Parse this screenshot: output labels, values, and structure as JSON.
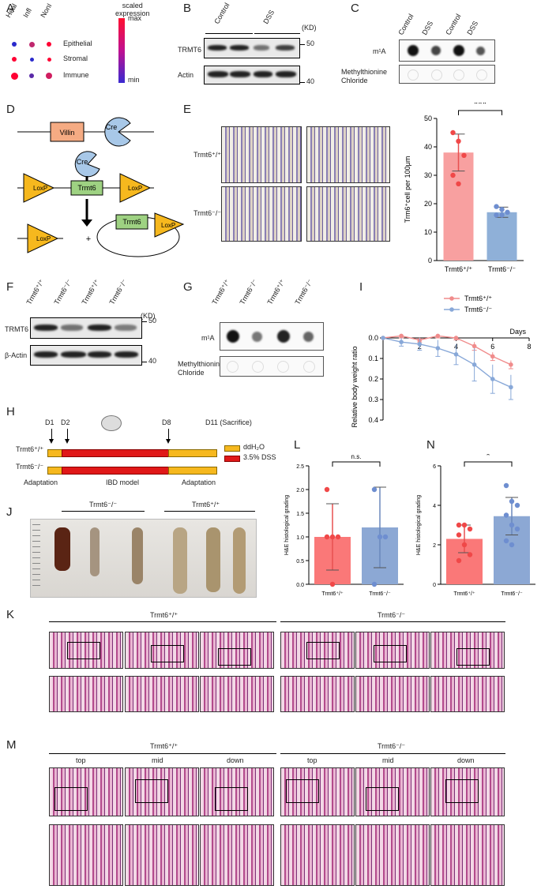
{
  "panels": {
    "A": "A",
    "B": "B",
    "C": "C",
    "D": "D",
    "E": "E",
    "F": "F",
    "G": "G",
    "H": "H",
    "I": "I",
    "J": "J",
    "K": "K",
    "L": "L",
    "M": "M",
    "N": "N"
  },
  "panelA": {
    "cols": [
      "Heal",
      "Infl",
      "NonI"
    ],
    "rows": [
      "Epithelial",
      "Stromal",
      "Immune"
    ],
    "legend_title": "scaled\nexpression",
    "legend_max": "max",
    "legend_min": "min",
    "colors": {
      "high": "#ff0033",
      "low": "#2a2acc"
    }
  },
  "panelB": {
    "groups": [
      "Control",
      "DSS"
    ],
    "unit": "(KD)",
    "markers": [
      "50",
      "40"
    ],
    "rows": [
      "TRMT6",
      "Actin"
    ]
  },
  "panelC": {
    "groups": [
      "Control",
      "DSS",
      "Control",
      "DSS"
    ],
    "rows": [
      "m¹A",
      "Methylthionine\nChloride"
    ]
  },
  "panelD": {
    "villin": "Villin",
    "cre": "Cre",
    "cre2": "Cre",
    "loxp": "LoxP",
    "trmt6": "Trmt6",
    "plus": "+"
  },
  "panelE": {
    "rows": [
      "Trmt6⁺/⁺",
      "Trmt6⁻/⁻"
    ],
    "significance": "***"
  },
  "panelF": {
    "lanes": [
      "Trmt6⁺/⁺",
      "Trmt6⁻/⁻",
      "Trmt6⁺/⁺",
      "Trmt6⁻/⁻"
    ],
    "unit": "(KD)",
    "markers": [
      "50",
      "40"
    ],
    "rows": [
      "TRMT6",
      "β-Actin"
    ]
  },
  "panelG": {
    "lanes": [
      "Trmt6⁺/⁺",
      "Trmt6⁻/⁻",
      "Trmt6⁺/⁺",
      "Trmt6⁻/⁻"
    ],
    "rows": [
      "m¹A",
      "Methylthionine\nChloride"
    ]
  },
  "panelH": {
    "days": [
      "D1",
      "D2",
      "D8",
      "D11 (Sacrifice)"
    ],
    "rows": [
      "Trmt6⁺/⁺",
      "Trmt6⁻/⁻"
    ],
    "legend": [
      "ddH₂O",
      "3.5% DSS"
    ],
    "phases": [
      "Adaptation",
      "IBD model",
      "Adaptation"
    ]
  },
  "panelJ": {
    "groups": [
      "Trmt6⁻/⁻",
      "Trmt6⁺/⁺"
    ]
  },
  "panelK": {
    "groups": [
      "Trmt6⁺/⁺",
      "Trmt6⁻/⁻"
    ]
  },
  "panelM": {
    "groups": [
      "Trmt6⁺/⁺",
      "Trmt6⁻/⁻"
    ],
    "positions": [
      "top",
      "mid",
      "down",
      "top",
      "mid",
      "down"
    ]
  },
  "chart_data": [
    {
      "id": "E",
      "type": "bar",
      "categories": [
        "Trmt6⁺/⁺",
        "Trmt6⁻/⁻"
      ],
      "values": [
        38,
        17
      ],
      "errors": [
        6.5,
        1.8
      ],
      "points": [
        [
          45,
          42,
          37,
          30,
          27
        ],
        [
          19,
          18,
          17,
          16,
          16
        ]
      ],
      "ylabel": "Trm6⁺cell per 100μm",
      "ylim": [
        0,
        50
      ],
      "yticks": [
        0,
        10,
        20,
        30,
        40,
        50
      ],
      "colors": [
        "#f8a0a0",
        "#8fb0d8"
      ],
      "annotation": "***"
    },
    {
      "id": "I",
      "type": "line",
      "x": [
        0,
        1,
        2,
        3,
        4,
        5,
        6,
        7
      ],
      "series": [
        {
          "name": "Trmt6⁺/⁺",
          "values": [
            0,
            -0.01,
            0.01,
            -0.01,
            0.0,
            0.04,
            0.09,
            0.13
          ],
          "errors": [
            0,
            0.01,
            0.01,
            0.01,
            0.01,
            0.02,
            0.02,
            0.02
          ],
          "color": "#f08c8c"
        },
        {
          "name": "Trmt6⁻/⁻",
          "values": [
            0,
            0.02,
            0.03,
            0.05,
            0.08,
            0.13,
            0.2,
            0.24
          ],
          "errors": [
            0,
            0.02,
            0.03,
            0.04,
            0.05,
            0.08,
            0.07,
            0.06
          ],
          "color": "#88a8d8"
        }
      ],
      "xlabel": "Days",
      "ylabel": "Relative body weight ratio",
      "ylim": [
        0.4,
        0
      ],
      "yticks": [
        0.0,
        0.1,
        0.2,
        0.3,
        0.4
      ],
      "ytick_labels": [
        "0.0",
        "0.1",
        "0.2",
        "0.3",
        "0.4"
      ],
      "xticks": [
        2,
        4,
        6,
        8
      ]
    },
    {
      "id": "L",
      "type": "bar",
      "categories": [
        "Trmt6⁺/⁺",
        "Trmt6⁻/⁻"
      ],
      "values": [
        1.0,
        1.2
      ],
      "errors": [
        0.7,
        0.85
      ],
      "points": [
        [
          2,
          1,
          1,
          1,
          0
        ],
        [
          2,
          1,
          1,
          0
        ]
      ],
      "ylabel": "H&E histological grading",
      "ylim": [
        0,
        2.5
      ],
      "yticks": [
        0.0,
        0.5,
        1.0,
        1.5,
        2.0,
        2.5
      ],
      "ytick_labels": [
        "0.0",
        "0.5",
        "1.0",
        "1.5",
        "2.0",
        "2.5"
      ],
      "colors": [
        "#fa7878",
        "#8ca8d4"
      ],
      "annotation": "n.s."
    },
    {
      "id": "N",
      "type": "bar",
      "categories": [
        "Trmt6⁺/⁺",
        "Trmt6⁻/⁻"
      ],
      "values": [
        2.3,
        3.45
      ],
      "errors": [
        0.7,
        0.95
      ],
      "points": [
        [
          3,
          3,
          2.8,
          2.5,
          2,
          1.5,
          1.2
        ],
        [
          5,
          4.2,
          4,
          3.5,
          3,
          2.8,
          2.2,
          2
        ]
      ],
      "ylabel": "H&E histological grading",
      "ylim": [
        0,
        6
      ],
      "yticks": [
        0,
        2,
        4,
        6
      ],
      "colors": [
        "#fa7878",
        "#8ca8d4"
      ],
      "annotation": "*"
    }
  ]
}
